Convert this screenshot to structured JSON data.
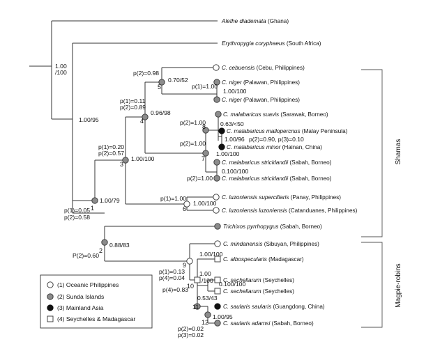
{
  "leaves": [
    {
      "id": "alethe",
      "genus": "Alethe diademata",
      "rest": " (Ghana)"
    },
    {
      "id": "erythro",
      "genus": "Erythropygia coryphaeus",
      "rest": " (South Africa)"
    },
    {
      "id": "cebuensis",
      "genus": "C. cebuensis",
      "rest": " (Cebu, Philippines)"
    },
    {
      "id": "niger1",
      "genus": "C. niger",
      "rest": " (Palawan, Philippines)"
    },
    {
      "id": "niger2",
      "genus": "C. niger",
      "rest": " (Palawan, Philippines)"
    },
    {
      "id": "suavis",
      "genus": "C. malabaricus suavis",
      "rest": " (Sarawak, Borneo)"
    },
    {
      "id": "mallo",
      "genus": "C. malabaricus mallopercnus",
      "rest": " (Malay Peninsula)"
    },
    {
      "id": "minor",
      "genus": "C. malabaricus minor",
      "rest": " (Hainan, China)"
    },
    {
      "id": "strick1",
      "genus": "C. malabaricus stricklandii",
      "rest": " (Sabah, Borneo)"
    },
    {
      "id": "strick2",
      "genus": "C. malabaricus stricklandii",
      "rest": " (Sabah, Borneo)"
    },
    {
      "id": "luzsup",
      "genus": "C. luzoniensis superciliaris",
      "rest": " (Panay, Philippines)"
    },
    {
      "id": "luzluz",
      "genus": "C. luzoniensis luzoniensis",
      "rest": " (Catanduanes, Philippines)"
    },
    {
      "id": "trichixos",
      "genus": "Trichixos pyrrhopygus",
      "rest": " (Sabah, Borneo)"
    },
    {
      "id": "mindan",
      "genus": "C. mindanensis",
      "rest": " (Sibuyan, Philippines)"
    },
    {
      "id": "albosp",
      "genus": "C. albospecularis",
      "rest": " (Madagascar)"
    },
    {
      "id": "sey1",
      "genus": "C. sechellarum",
      "rest": " (Seychelles)"
    },
    {
      "id": "sey2",
      "genus": "C. sechellarum",
      "rest": " (Seychelles)"
    },
    {
      "id": "saulsaul",
      "genus": "C. saularis saularis",
      "rest": " (Guangdong, China)"
    },
    {
      "id": "adamsi",
      "genus": "C. saularis adamsi",
      "rest": " (Sabah, Borneo)"
    }
  ],
  "support_labels": [
    {
      "id": "root",
      "text": "1.00"
    },
    {
      "id": "root2",
      "text": "/100"
    },
    {
      "id": "n_a",
      "text": "1.00/95"
    },
    {
      "id": "n1",
      "text": "1.00/79"
    },
    {
      "id": "n1p1",
      "text": "p(1)=0.05"
    },
    {
      "id": "n1p2",
      "text": "p(2)=0.58"
    },
    {
      "id": "n3",
      "text": "1.00/100"
    },
    {
      "id": "n3p1",
      "text": "p(1)=0.20"
    },
    {
      "id": "n3p2",
      "text": "p(2)=0.57"
    },
    {
      "id": "n4",
      "text": "0.96/98"
    },
    {
      "id": "n4p1",
      "text": "p(1)=0.11"
    },
    {
      "id": "n4p2",
      "text": "p(2)=0.89"
    },
    {
      "id": "n5",
      "text": "0.70/52"
    },
    {
      "id": "n5p",
      "text": "p(2)=0.98"
    },
    {
      "id": "niger_p",
      "text": "p(1)=1.00"
    },
    {
      "id": "niger_s",
      "text": "1.00/100"
    },
    {
      "id": "n8p",
      "text": "p(2)=1.00"
    },
    {
      "id": "n8",
      "text": "0.63/<50"
    },
    {
      "id": "mm_s",
      "text": "1.00/96"
    },
    {
      "id": "mm_p",
      "text": "p(2)=0.90, p(3)=0.10"
    },
    {
      "id": "n7p",
      "text": "p(2)=1.00"
    },
    {
      "id": "n7",
      "text": "1.00/100"
    },
    {
      "id": "st_s",
      "text": "0.100/100"
    },
    {
      "id": "st_p",
      "text": "p(2)=1.00"
    },
    {
      "id": "n6p",
      "text": "p(1)=1.00"
    },
    {
      "id": "n6",
      "text": "1.00/100"
    },
    {
      "id": "n2",
      "text": "0.88/83"
    },
    {
      "id": "n2p",
      "text": "P(2)=0.60"
    },
    {
      "id": "n9",
      "text": "1.00/100"
    },
    {
      "id": "n9p1",
      "text": "p(1)=0.13"
    },
    {
      "id": "n9p4",
      "text": "p(4)=0.04"
    },
    {
      "id": "n10a",
      "text": "1.00"
    },
    {
      "id": "n10b",
      "text": "/100"
    },
    {
      "id": "n10p",
      "text": "p(4)=0.83"
    },
    {
      "id": "sey_s",
      "text": "0.100/100"
    },
    {
      "id": "n11",
      "text": "0.53/43"
    },
    {
      "id": "n12",
      "text": "1.00/95"
    },
    {
      "id": "n12p2",
      "text": "p(2)=0.02"
    },
    {
      "id": "n12p3",
      "text": "p(3)=0.02"
    }
  ],
  "node_numbers": [
    "1",
    "2",
    "3",
    "4",
    "5",
    "6",
    "7",
    "8",
    "9",
    "10",
    "11",
    "12"
  ],
  "groups": {
    "shamas": "Shamas",
    "magpie": "Magpie-robins"
  },
  "legend": [
    {
      "symbol": "white-circle",
      "text": "(1) Oceanic Philippines"
    },
    {
      "symbol": "gray-circle",
      "text": "(2) Sunda Islands"
    },
    {
      "symbol": "black-circle",
      "text": "(3) Mainland Asia"
    },
    {
      "symbol": "white-square",
      "text": "(4) Seychelles & Madagascar"
    }
  ],
  "colors": {
    "white": "#ffffff",
    "gray": "#8c8c8c",
    "black": "#111111"
  }
}
